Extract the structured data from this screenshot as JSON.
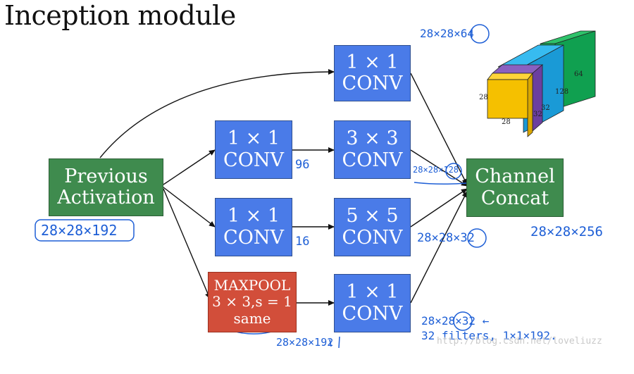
{
  "title": "Inception module",
  "nodes": {
    "prev": [
      "Previous",
      "Activation"
    ],
    "c1x1_top": [
      "1 × 1",
      "CONV"
    ],
    "c1x1_a": [
      "1 × 1",
      "CONV"
    ],
    "c3x3": [
      "3 × 3",
      "CONV"
    ],
    "c1x1_b": [
      "1 × 1",
      "CONV"
    ],
    "c5x5": [
      "5 × 5",
      "CONV"
    ],
    "maxpool": [
      "MAXPOOL",
      "3 × 3,s = 1",
      "same"
    ],
    "c1x1_pool": [
      "1 × 1",
      "CONV"
    ],
    "concat": [
      "Channel",
      "Concat"
    ]
  },
  "annotations": {
    "input": "28×28×192",
    "top_out": "28×28×64",
    "n96": "96",
    "mid_out": "28×28×128",
    "n16": "16",
    "five_out": "28×28×32",
    "concat_out": "28×28×256",
    "pool_in": "28×28×192",
    "pool_out": "28×28×32 ←",
    "pool_filters": "32 filters, 1×1×192."
  },
  "cube_labels": {
    "h": "28",
    "w": "28",
    "d1": "32",
    "d2": "32",
    "d3": "128",
    "d4": "64"
  },
  "watermark": "http://blog.csdn.net/loveliuzz",
  "colors": {
    "conv": "#4a7be8",
    "green": "#3f8b4e",
    "red": "#d24e3a",
    "ink": "#1e5fd6",
    "cube_yellow": "#f5c000",
    "cube_purple": "#6b3fa0",
    "cube_blue": "#1a9ad6",
    "cube_green": "#10a050"
  }
}
